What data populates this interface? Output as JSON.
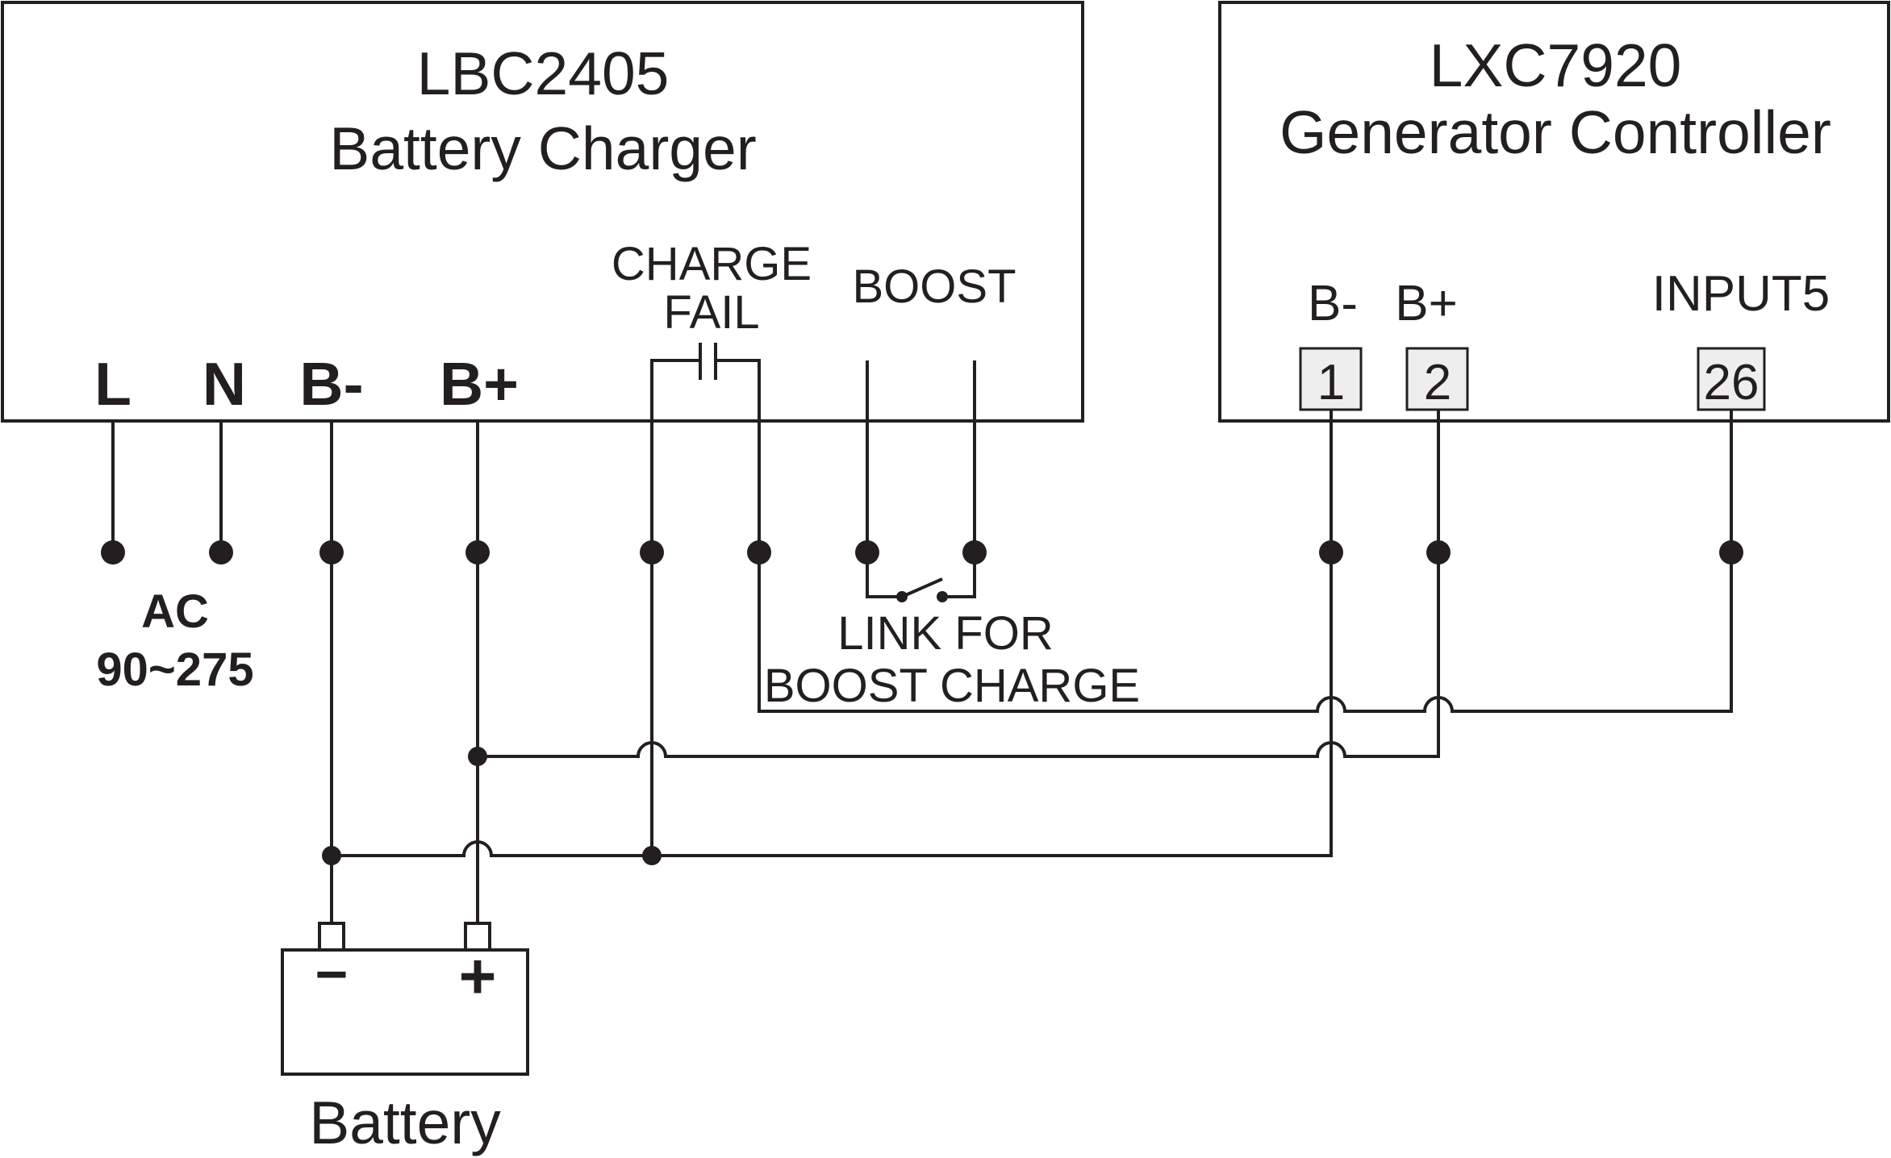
{
  "charger": {
    "model": "LBC2405",
    "name": "Battery Charger",
    "terminals": {
      "l": "L",
      "n": "N",
      "bneg": "B-",
      "bpos": "B+"
    },
    "charge_fail_line1": "CHARGE",
    "charge_fail_line2": "FAIL",
    "boost": "BOOST"
  },
  "controller": {
    "model": "LXC7920",
    "name": "Generator Controller",
    "bneg": "B-",
    "bpos": "B+",
    "input": "INPUT5",
    "terminal_numbers": [
      "1",
      "2",
      "26"
    ]
  },
  "ac_label_line1": "AC",
  "ac_label_line2": "90~275",
  "link_label_line1": "LINK FOR",
  "link_label_line2": "BOOST CHARGE",
  "battery": {
    "label": "Battery",
    "minus": "−",
    "plus": "+"
  },
  "colors": {
    "line": "#231f20",
    "terminal_fill": "#eeeeee",
    "background": "#ffffff"
  }
}
